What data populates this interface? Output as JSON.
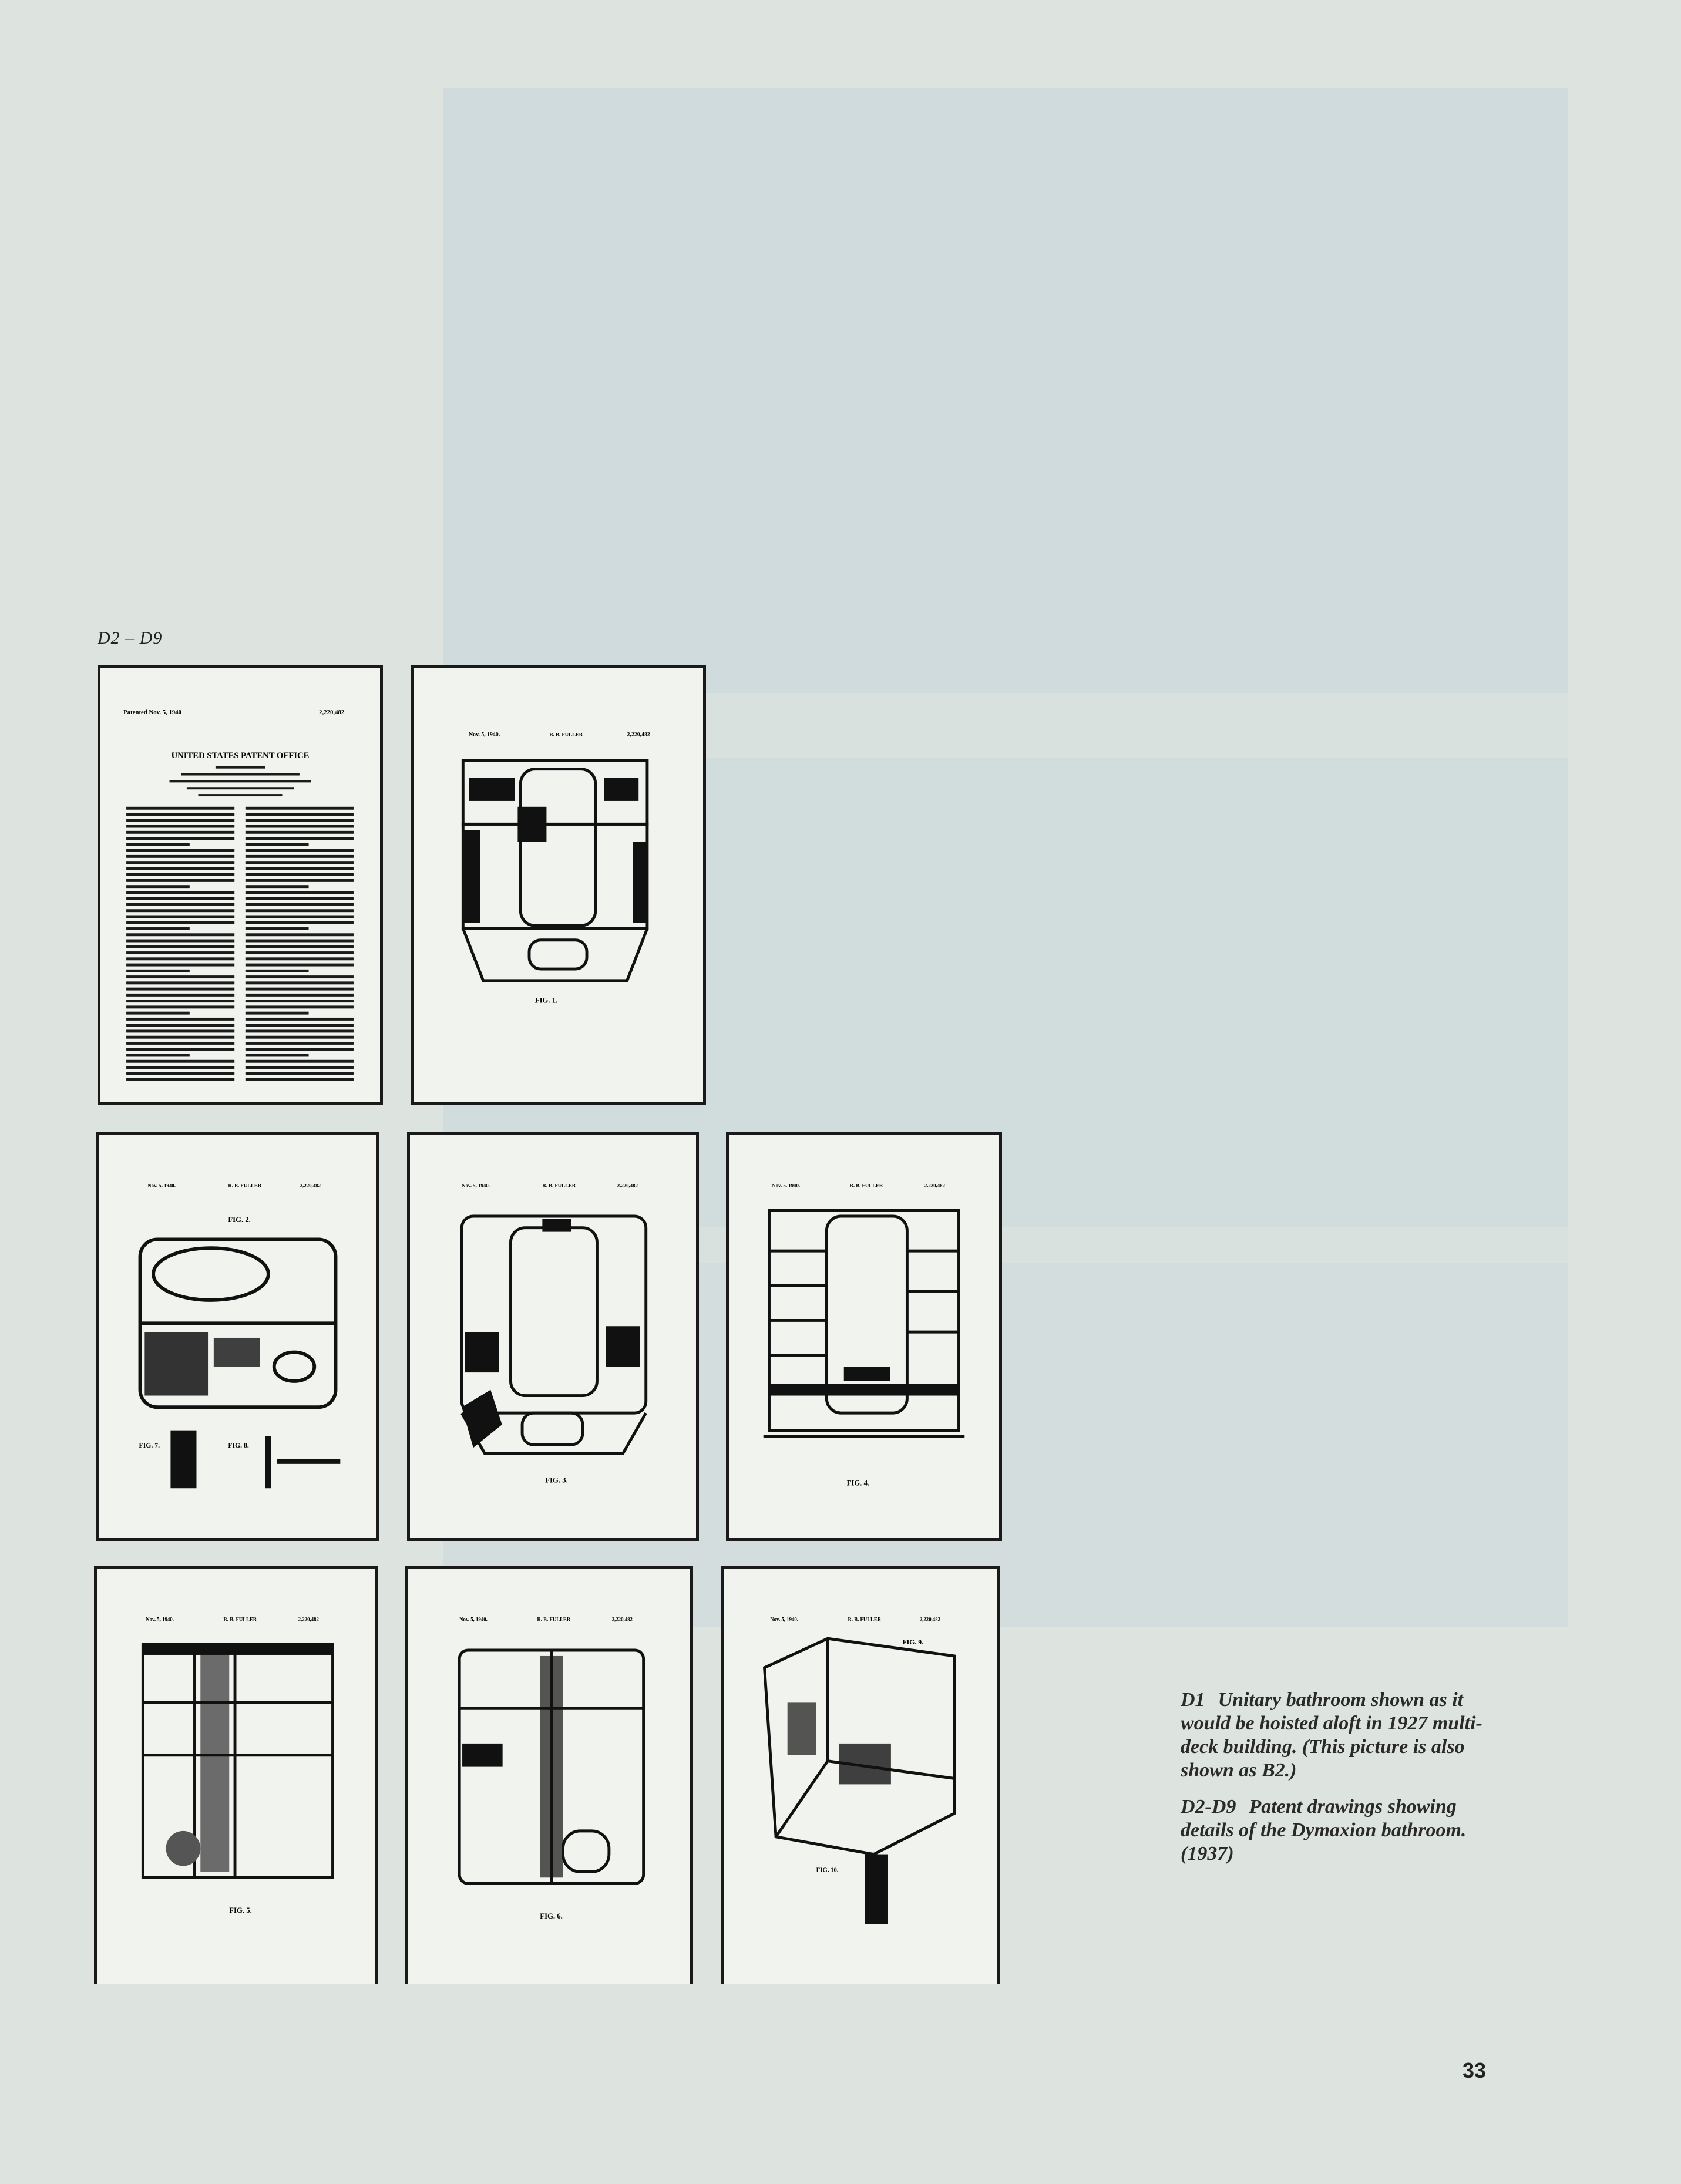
{
  "figure_group_label": "D2 – D9",
  "sheets": [
    {
      "header_left": "Patented Nov. 5, 1940",
      "header_right": "2,220,482",
      "title": "UNITED STATES PATENT OFFICE"
    },
    {
      "header_left": "Nov. 5, 1940.",
      "header_mid": "R. B. FULLER",
      "header_right": "2,220,482",
      "fig": "FIG. 1."
    },
    {
      "header_left": "Nov. 5, 1940.",
      "header_mid": "R. B. FULLER",
      "header_right": "2,220,482",
      "fig": "FIG. 2.",
      "fig_b": "FIG. 7.",
      "fig_c": "FIG. 8."
    },
    {
      "header_left": "Nov. 5, 1940.",
      "header_mid": "R. B. FULLER",
      "header_right": "2,220,482",
      "fig": "FIG. 3."
    },
    {
      "header_left": "Nov. 5, 1940.",
      "header_mid": "R. B. FULLER",
      "header_right": "2,220,482",
      "fig": "FIG. 4."
    },
    {
      "header_left": "Nov. 5, 1940.",
      "header_mid": "R. B. FULLER",
      "header_right": "2,220,482",
      "fig": "FIG. 5."
    },
    {
      "header_left": "Nov. 5, 1940.",
      "header_mid": "R. B. FULLER",
      "header_right": "2,220,482",
      "fig": "FIG. 6."
    },
    {
      "header_left": "Nov. 5, 1940.",
      "header_mid": "R. B. FULLER",
      "header_right": "2,220,482",
      "fig": "FIG. 9.",
      "fig_b": "FIG. 10."
    }
  ],
  "captions": [
    {
      "code": "D1",
      "text": "Unitary bathroom shown as it would be hoisted aloft in 1927 multi-deck building. (This picture is also shown as B2.)"
    },
    {
      "code": "D2-D9",
      "text": "Patent drawings showing details of the Dymaxion bathroom. (1937)"
    }
  ],
  "page_number": "33"
}
